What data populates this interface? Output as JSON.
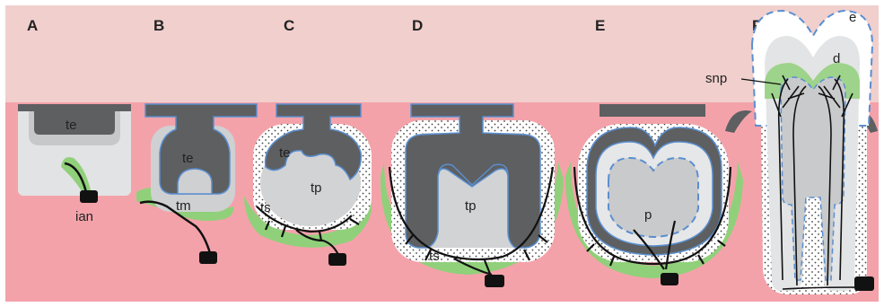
{
  "panels": [
    {
      "letter": "A",
      "labels": {
        "enamel": "te",
        "nerve": "ian"
      }
    },
    {
      "letter": "B",
      "labels": {
        "enamel": "te",
        "mesenchyme": "tm"
      }
    },
    {
      "letter": "C",
      "labels": {
        "enamel": "te",
        "papilla": "tp",
        "sac": "ts"
      }
    },
    {
      "letter": "D",
      "labels": {
        "papilla": "tp",
        "sac": "ts"
      }
    },
    {
      "letter": "E",
      "labels": {
        "pulp": "p"
      }
    },
    {
      "letter": "F",
      "labels": {
        "enamel": "e",
        "dentin": "d",
        "plexus": "snp"
      }
    }
  ],
  "colors": {
    "background_top": "#f0cfcd",
    "background_bottom": "#f4a2aa",
    "epithelium": "#5d5f61",
    "mesenchyme_light": "#d8d9da",
    "mesenchyme_dark": "#bfc1c3",
    "nerve_zone": "#90d07a",
    "nerve": "#111111",
    "outline_blue": "#5b8fd0"
  }
}
